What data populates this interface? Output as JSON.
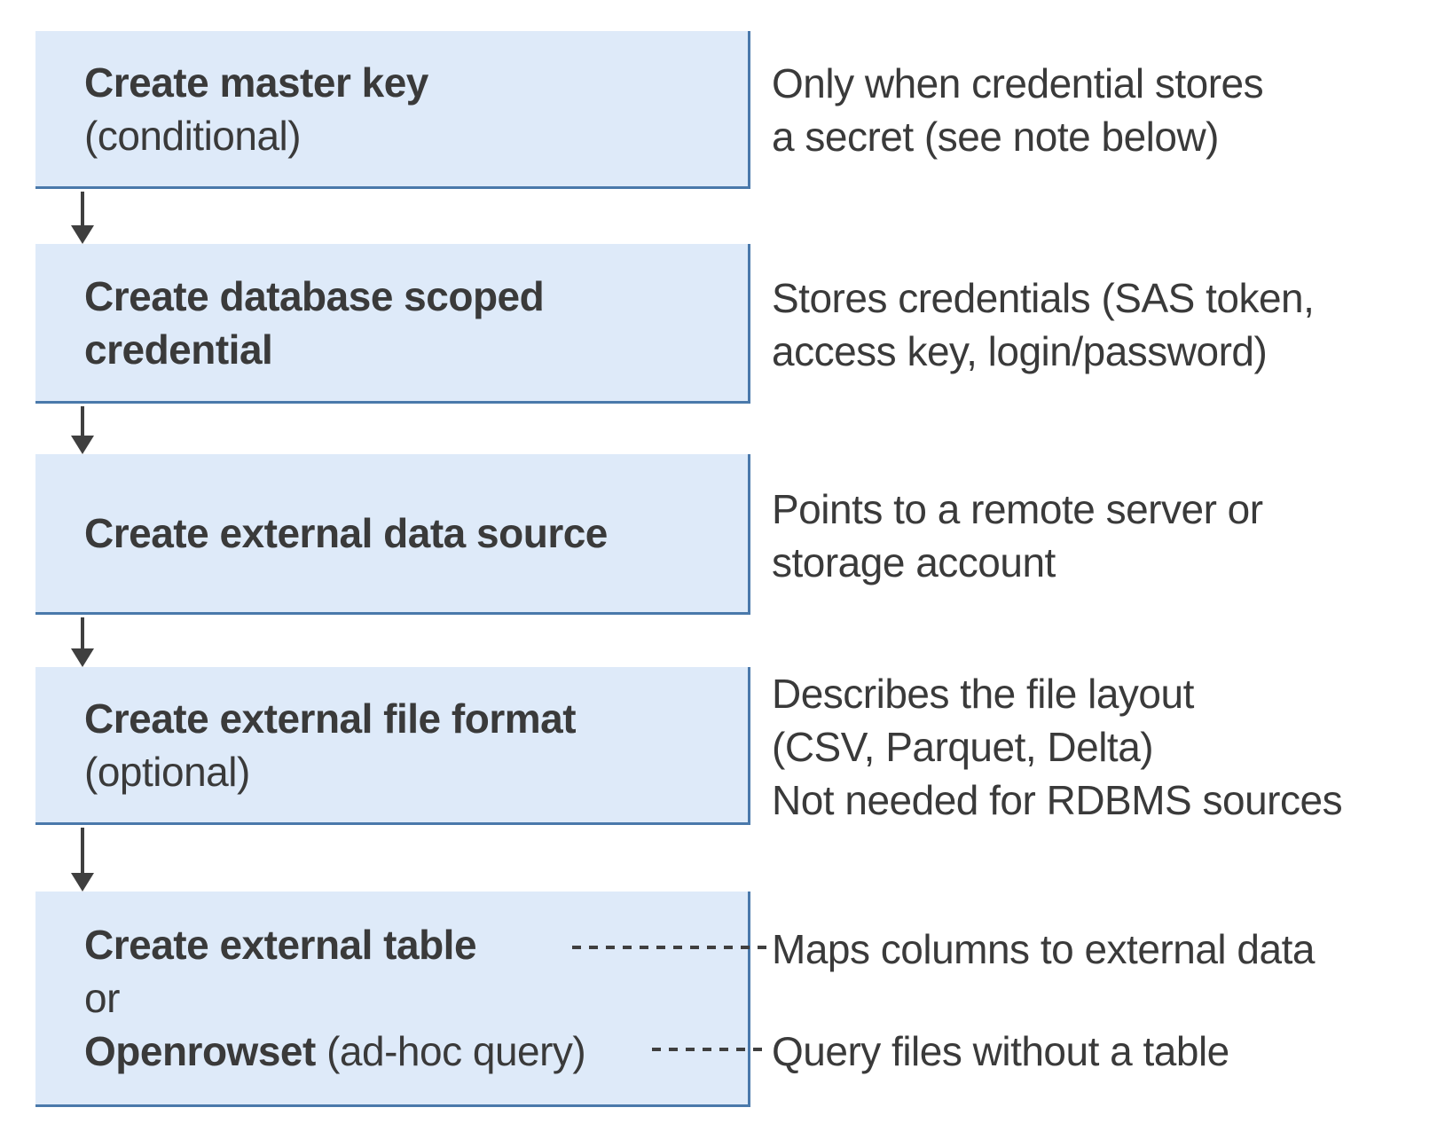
{
  "flow": {
    "steps": [
      {
        "title": "Create master key",
        "subtitle": "(conditional)",
        "note": "Only when credential stores\na secret (see note below)"
      },
      {
        "title": "Create database scoped\ncredential",
        "note": "Stores credentials (SAS token,\naccess key, login/password)"
      },
      {
        "title": "Create external data source",
        "note": "Points to a remote server or\nstorage account"
      },
      {
        "title": "Create external file format",
        "subtitle": "(optional)",
        "note": "Describes the file layout\n(CSV, Parquet, Delta)\nNot needed for RDBMS sources"
      }
    ],
    "final_step": {
      "option1_title": "Create external table",
      "connector_word": "or",
      "option2_title": "Openrowset",
      "option2_suffix": " (ad-hoc query)",
      "option1_note": "Maps columns to external data",
      "option2_note": "Query files without a table"
    }
  },
  "icons": {
    "arrow": "arrow-down-icon",
    "connector": "dashed-line"
  },
  "colors": {
    "box_fill": "#deeaf9",
    "box_border": "#4a79ab",
    "text": "#3a3a3a",
    "arrow": "#3f3f3f"
  }
}
